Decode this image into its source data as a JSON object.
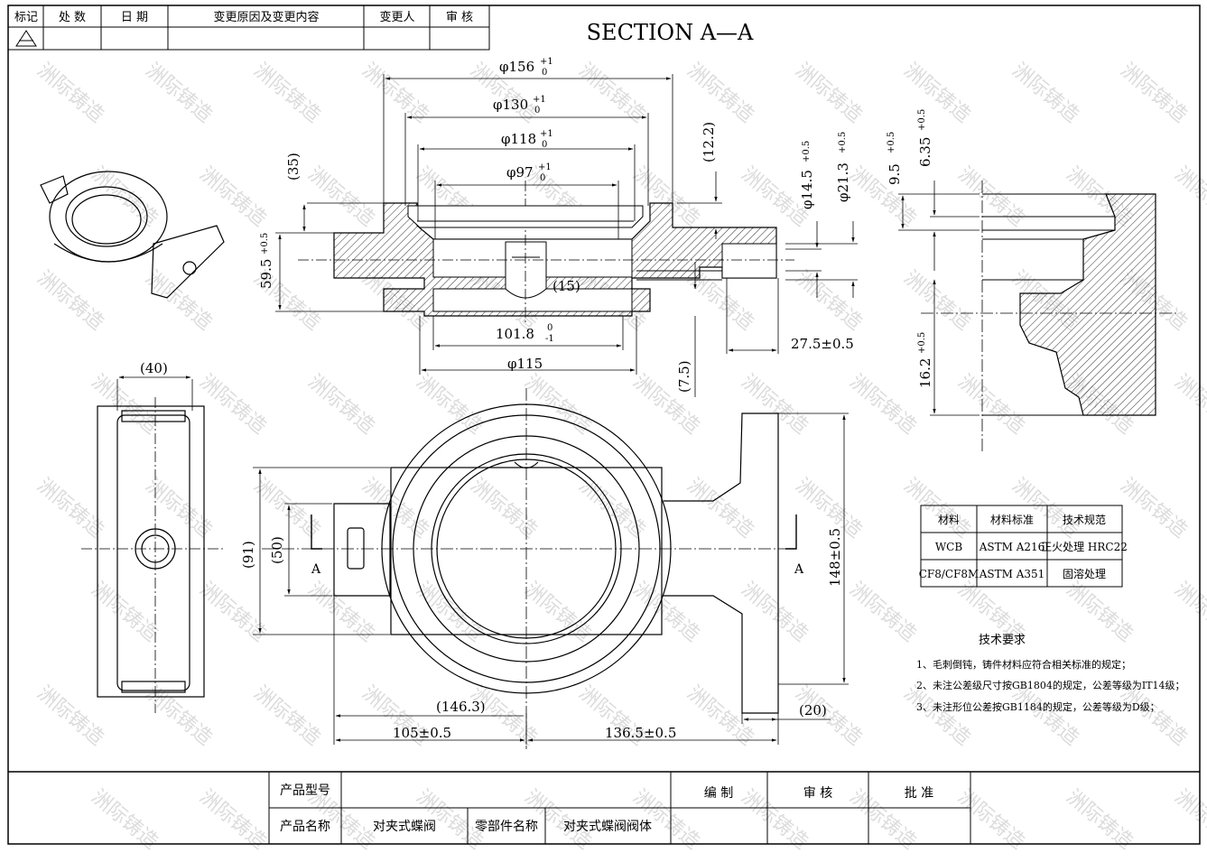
{
  "revision_table": {
    "headers": [
      "标记",
      "处 数",
      "日 期",
      "变更原因及变更内容",
      "变更人",
      "审 核"
    ],
    "marker": "⚠"
  },
  "section_title": "SECTION A—A",
  "dims": {
    "d156": "φ156",
    "d130": "φ130",
    "d118": "φ118",
    "d97": "φ97",
    "tol_p1": "+1",
    "tol_0": "0",
    "h35": "(35)",
    "h12_2": "(12.2)",
    "d14_5": "φ14.5",
    "d21_3": "φ21.3",
    "tol_p05": "+0.5",
    "h59_5": "59.5",
    "r15": "(15)",
    "d101_8": "101.8",
    "tol_0b": "0",
    "tol_m1": "-1",
    "d115": "φ115",
    "h7_5": "(7.5)",
    "l27_5": "27.5±0.5",
    "h9_5": "9.5",
    "h6_35": "6.35",
    "h16_2": "16.2",
    "w40": "(40)",
    "h91": "(91)",
    "h50": "(50)",
    "h148": "148±0.5",
    "l146_3": "(146.3)",
    "l105": "105±0.5",
    "l136_5": "136.5±0.5",
    "w20": "(20)",
    "sec_a": "A"
  },
  "material_table": {
    "headers": [
      "材料",
      "材料标准",
      "技术规范"
    ],
    "rows": [
      [
        "WCB",
        "ASTM A216",
        "正火处理 HRC22"
      ],
      [
        "CF8/CF8M",
        "ASTM A351",
        "固溶处理"
      ]
    ]
  },
  "tech_req": {
    "title": "技术要求",
    "items": [
      "1、毛刺倒钝，铸件材料应符合相关标准的规定；",
      "2、未注公差级尺寸按GB1804的规定，公差等级为IT14级；",
      "3、未注形位公差按GB1184的规定，公差等级为D级；"
    ]
  },
  "title_block": {
    "product_model_label": "产品型号",
    "product_model_value": "",
    "product_name_label": "产品名称",
    "product_name_value": "对夹式蝶阀",
    "part_name_label": "零部件名称",
    "part_name_value": "对夹式蝶阀阀体",
    "drawn_label": "编 制",
    "review_label": "审 核",
    "approve_label": "批 准"
  },
  "watermark": "洲际铸造",
  "colors": {
    "line": "#000000",
    "hatch": "#000000",
    "watermark": "#e0e0e0"
  }
}
